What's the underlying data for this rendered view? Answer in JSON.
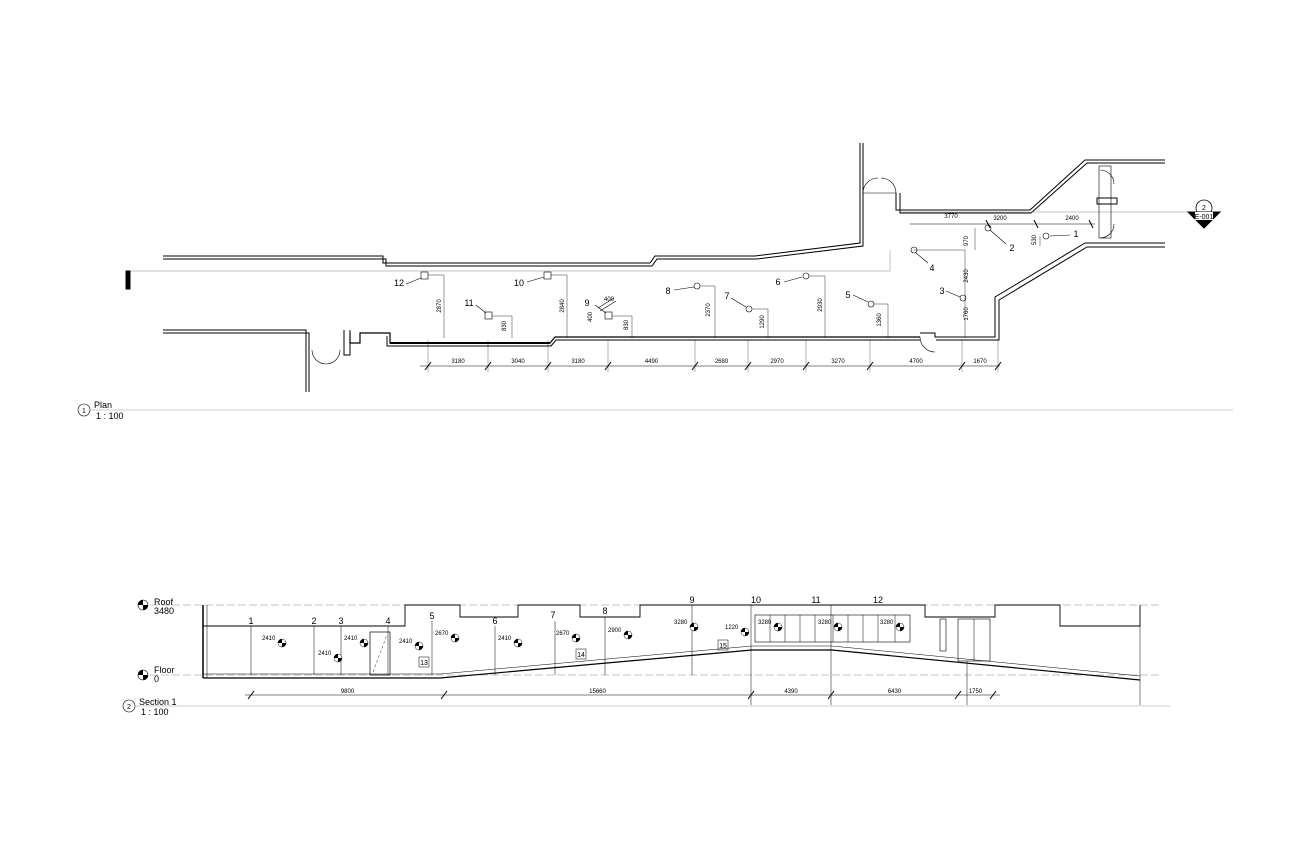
{
  "plan": {
    "view_number": "1",
    "title": "Plan",
    "scale": "1 : 100",
    "section_marker": {
      "number": "2",
      "sheet": "E-001"
    },
    "points": [
      "1",
      "2",
      "3",
      "4",
      "5",
      "6",
      "7",
      "8",
      "9",
      "10",
      "11",
      "12"
    ],
    "bottom_dims": [
      "3180",
      "3040",
      "3180",
      "4490",
      "2680",
      "2970",
      "3270",
      "4700",
      "1670"
    ],
    "top_dims": [
      "3770",
      "3200",
      "2400"
    ],
    "offset_dims": [
      "2870",
      "830",
      "2840",
      "400",
      "400",
      "830",
      "2370",
      "1290",
      "2930",
      "1360",
      "1760",
      "2430",
      "970",
      "530"
    ]
  },
  "section": {
    "view_number": "2",
    "title": "Section 1",
    "scale": "1 : 100",
    "levels": {
      "roof_name": "Roof",
      "roof_value": "3480",
      "floor_name": "Floor",
      "floor_value": "0"
    },
    "points": [
      "1",
      "2",
      "3",
      "4",
      "5",
      "6",
      "7",
      "8",
      "9",
      "10",
      "11",
      "12"
    ],
    "heights": [
      "2410",
      "2410",
      "2410",
      "2410",
      "2670",
      "2410",
      "2670",
      "2900",
      "3280",
      "1220",
      "3280",
      "3280",
      "3280"
    ],
    "tags": [
      "13",
      "14",
      "15"
    ],
    "bottom_dims": [
      "9800",
      "15660",
      "4390",
      "6430",
      "1750"
    ]
  }
}
